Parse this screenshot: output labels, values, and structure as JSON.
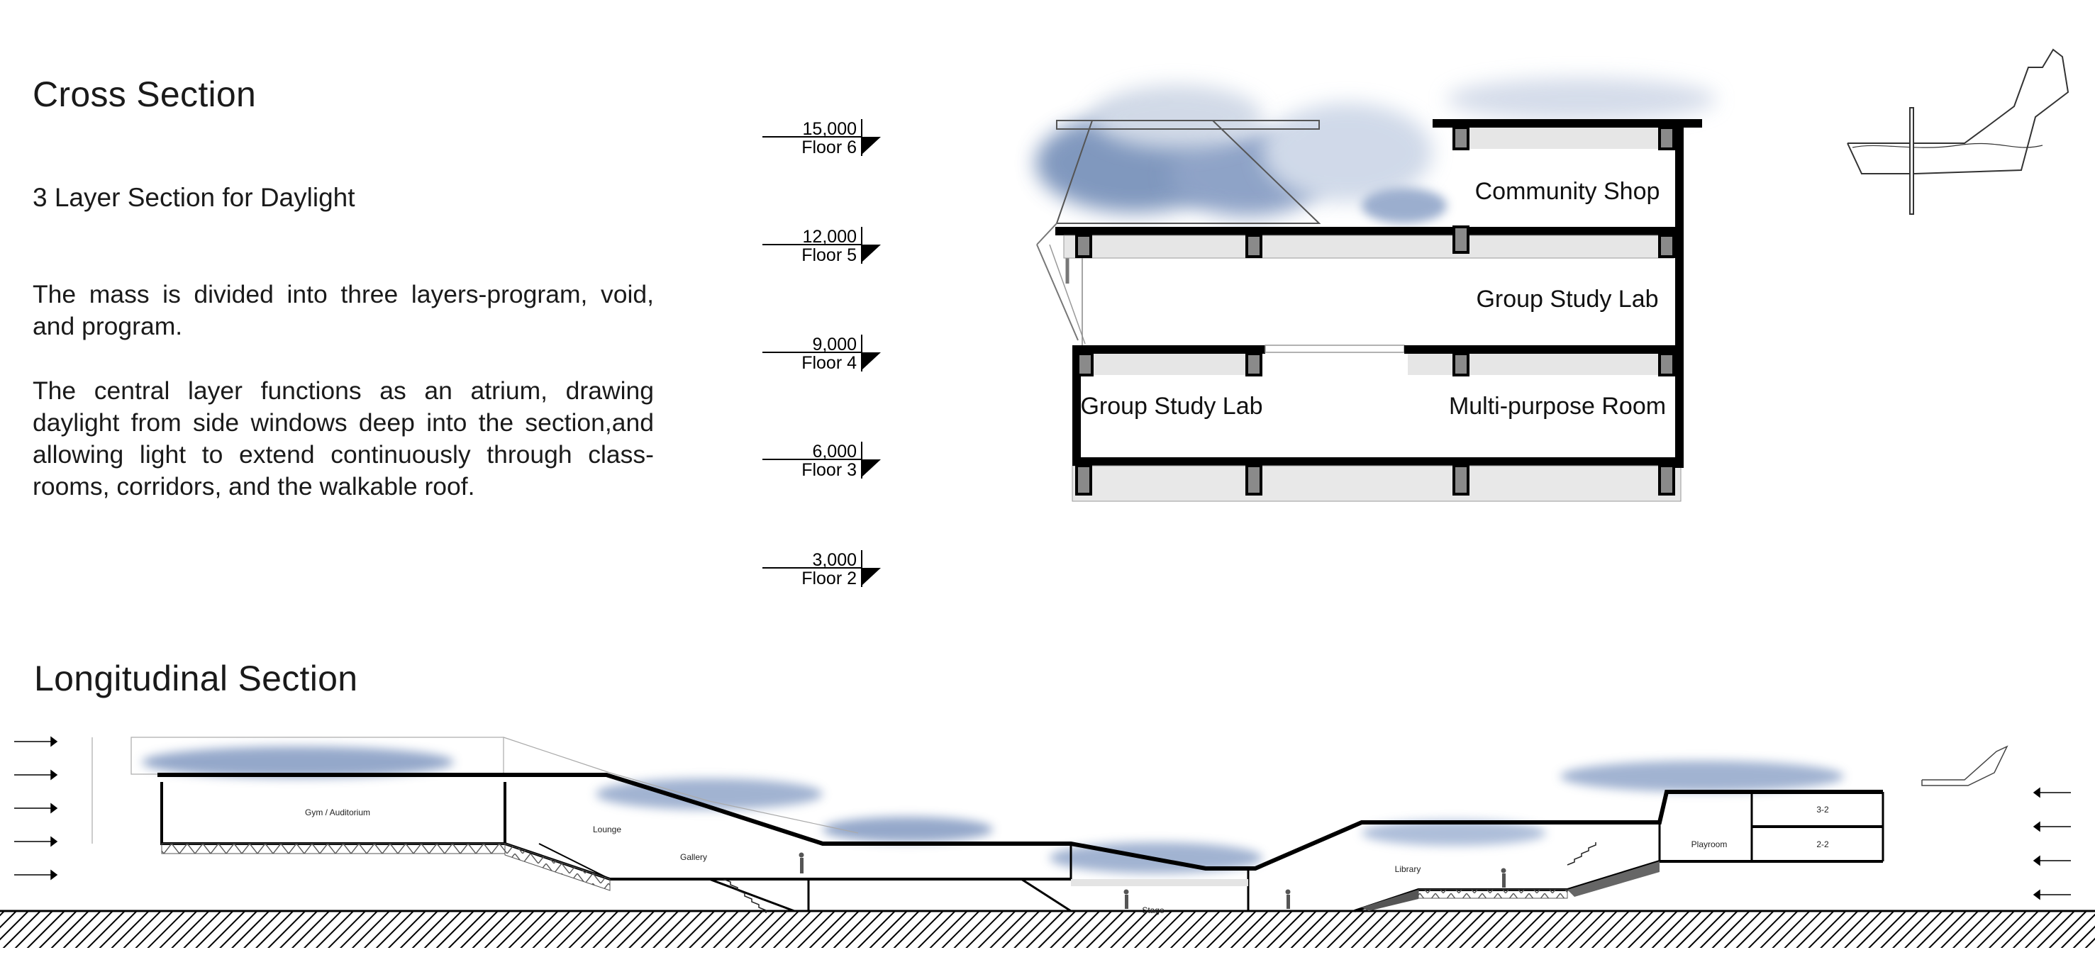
{
  "cross": {
    "title": "Cross Section",
    "subtitle": "3 Layer Section for Daylight",
    "paragraphs": [
      "The mass is divided into three layers-program, void, and program.",
      "The central layer functions as an atrium, drawing daylight from side windows deep into the section,and allowing light to extend continuously through class-rooms, corridors, and the walkable roof."
    ],
    "levels": [
      {
        "elev": "15,000",
        "floor": "Floor 6"
      },
      {
        "elev": "12,000",
        "floor": "Floor 5"
      },
      {
        "elev": "9,000",
        "floor": "Floor 4"
      },
      {
        "elev": "6,000",
        "floor": "Floor 3"
      },
      {
        "elev": "3,000",
        "floor": "Floor 2"
      }
    ],
    "rooms": [
      "Community Shop",
      "Group Study Lab",
      "Group Study Lab",
      "Multi-purpose Room"
    ]
  },
  "longitudinal": {
    "title": "Longitudinal Section",
    "rooms": [
      "Gym / Auditorium",
      "Lounge",
      "Gallery",
      "Stage",
      "Library",
      "Playroom",
      "3-2",
      "2-2"
    ]
  },
  "colors": {
    "ink": "#000000",
    "text": "#1a1a1a",
    "slab_fill": "#e4e4e4",
    "column_fill": "#8a8a8a",
    "vegetation": "#6b86b3"
  }
}
